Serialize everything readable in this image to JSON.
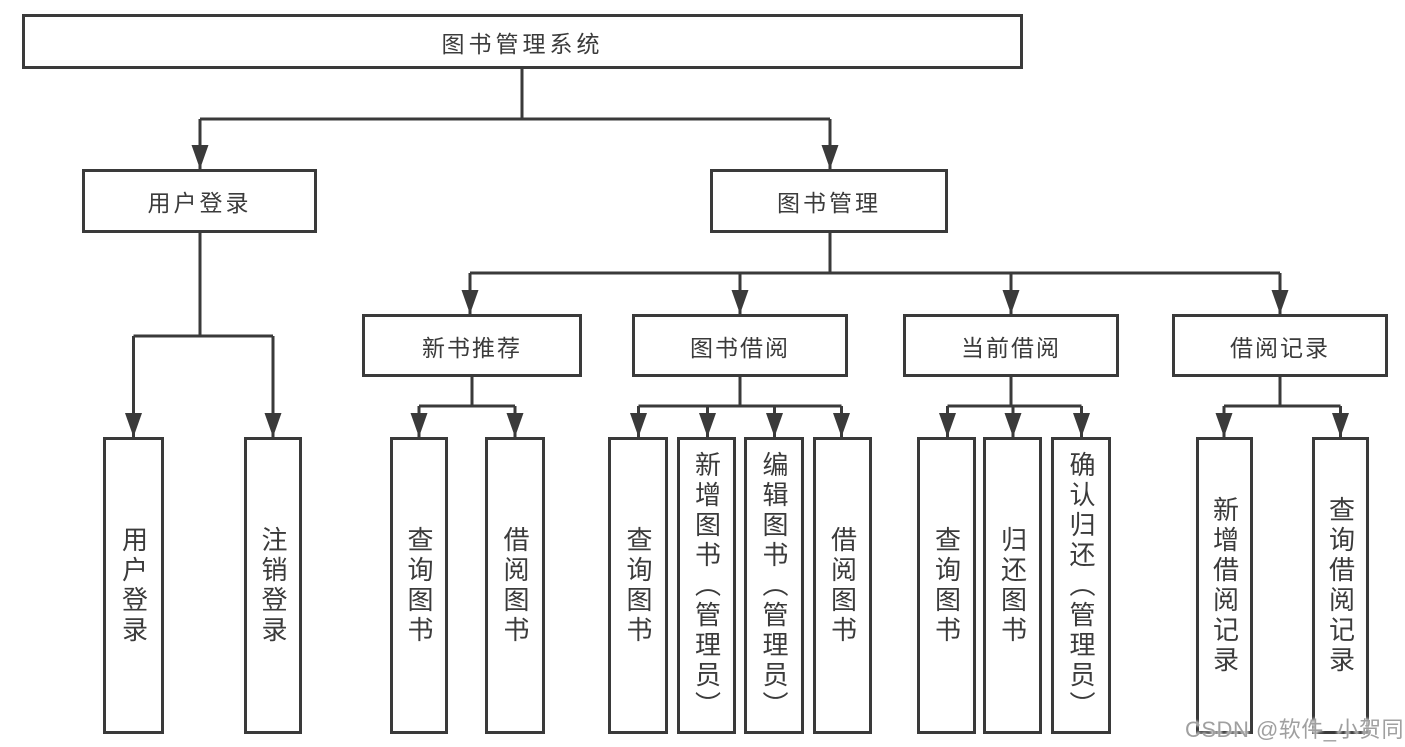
{
  "nodes": {
    "root": "图书管理系统",
    "user_login": "用户登录",
    "book_mgmt": "图书管理",
    "new_books": "新书推荐",
    "book_borrow": "图书借阅",
    "current_borrow": "当前借阅",
    "borrow_records": "借阅记录",
    "leaf_login": "用户登录",
    "leaf_logout": "注销登录",
    "leaf_nb_query": "查询图书",
    "leaf_nb_borrow": "借阅图书",
    "leaf_bb_query": "查询图书",
    "leaf_bb_add": "新增图书（管理员）",
    "leaf_bb_edit": "编辑图书（管理员）",
    "leaf_bb_borrow": "借阅图书",
    "leaf_cb_query": "查询图书",
    "leaf_cb_return": "归还图书",
    "leaf_cb_confirm": "确认归还（管理员）",
    "leaf_br_add": "新增借阅记录",
    "leaf_br_query": "查询借阅记录"
  },
  "edges": [
    {
      "from": "root",
      "to": [
        "user_login",
        "book_mgmt"
      ]
    },
    {
      "from": "user_login",
      "to": [
        "leaf_login",
        "leaf_logout"
      ]
    },
    {
      "from": "book_mgmt",
      "to": [
        "new_books",
        "book_borrow",
        "current_borrow",
        "borrow_records"
      ]
    },
    {
      "from": "new_books",
      "to": [
        "leaf_nb_query",
        "leaf_nb_borrow"
      ]
    },
    {
      "from": "book_borrow",
      "to": [
        "leaf_bb_query",
        "leaf_bb_add",
        "leaf_bb_edit",
        "leaf_bb_borrow"
      ]
    },
    {
      "from": "current_borrow",
      "to": [
        "leaf_cb_query",
        "leaf_cb_return",
        "leaf_cb_confirm"
      ]
    },
    {
      "from": "borrow_records",
      "to": [
        "leaf_br_add",
        "leaf_br_query"
      ]
    }
  ],
  "watermark": "CSDN @软件_小贺同学",
  "colors": {
    "line": "#3a3a3a",
    "text": "#3b3b3b",
    "node_background": "#ffffff",
    "watermark": "#a0a0a0",
    "background": "#ffffff"
  }
}
